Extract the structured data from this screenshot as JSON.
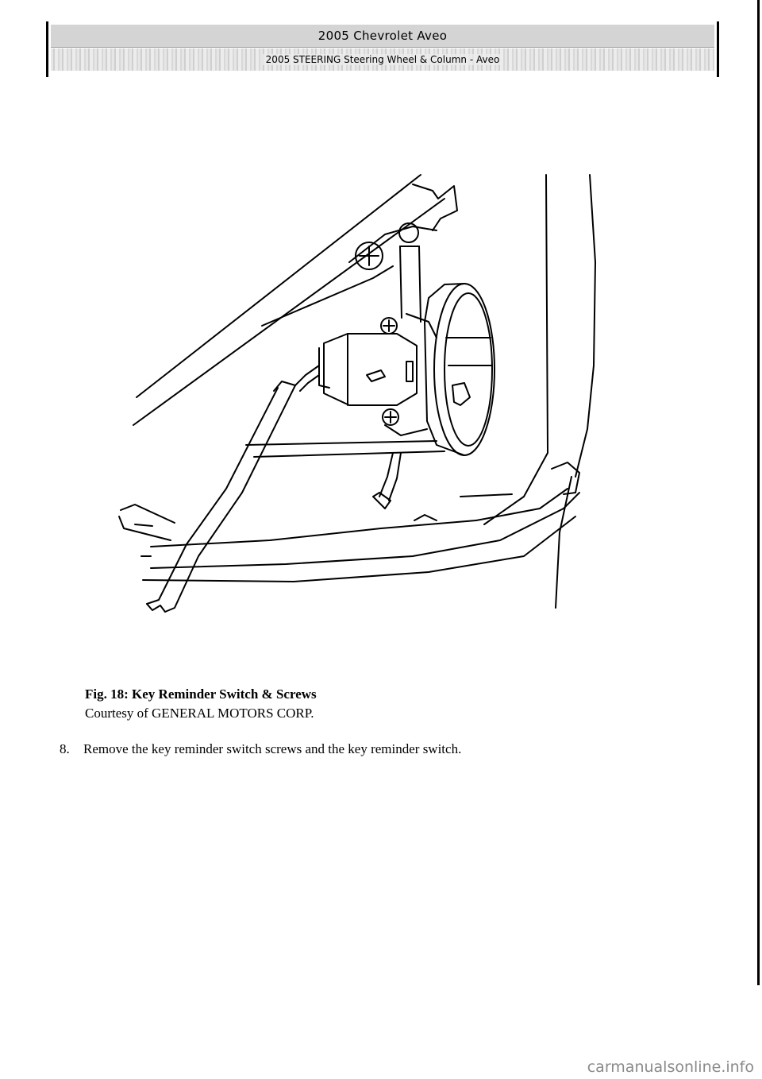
{
  "header": {
    "title": "2005 Chevrolet Aveo",
    "subtitle": "2005 STEERING Steering Wheel & Column - Aveo"
  },
  "figure": {
    "caption_title": "Fig. 18: Key Reminder Switch & Screws",
    "caption_credit": "Courtesy of GENERAL MOTORS CORP."
  },
  "steps": [
    {
      "number": "8.",
      "text": "Remove the key reminder switch screws and the key reminder switch."
    }
  ],
  "footer": {
    "watermark": "carmanualsonline.info"
  }
}
